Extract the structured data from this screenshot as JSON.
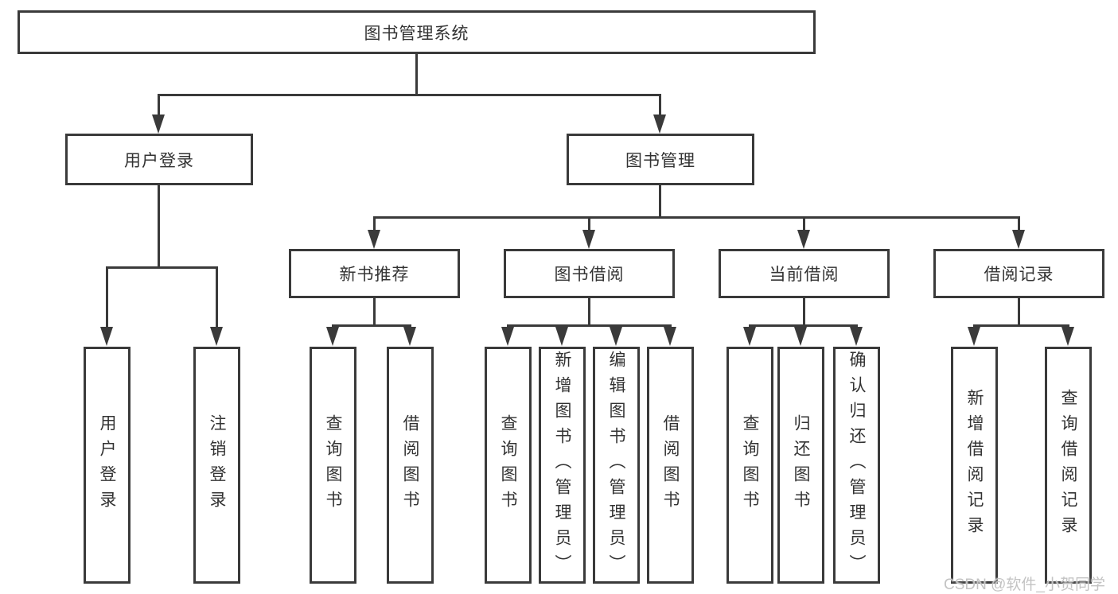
{
  "title": "图书管理系统",
  "colors": {
    "line": "#3a3a3a",
    "text": "#333333",
    "watermark": "#c3c3c3",
    "background": "#ffffff"
  },
  "nodes": {
    "root": {
      "label": "图书管理系统"
    },
    "user_login": {
      "label": "用户登录"
    },
    "book_mgmt": {
      "label": "图书管理"
    },
    "new_book": {
      "label": "新书推荐"
    },
    "book_borrow": {
      "label": "图书借阅"
    },
    "current_borrow": {
      "label": "当前借阅"
    },
    "borrow_records": {
      "label": "借阅记录"
    },
    "user_login_children": [
      {
        "label": "用户登录"
      },
      {
        "label": "注销登录"
      }
    ],
    "new_book_children": [
      {
        "label": "查询图书"
      },
      {
        "label": "借阅图书"
      }
    ],
    "book_borrow_children": [
      {
        "label": "查询图书"
      },
      {
        "label": "新增图书（管理员）"
      },
      {
        "label": "编辑图书（管理员）"
      },
      {
        "label": "借阅图书"
      }
    ],
    "current_borrow_children": [
      {
        "label": "查询图书"
      },
      {
        "label": "归还图书"
      },
      {
        "label": "确认归还（管理员）"
      }
    ],
    "borrow_records_children": [
      {
        "label": "新增借阅记录"
      },
      {
        "label": "查询借阅记录"
      }
    ]
  },
  "watermark": {
    "text": "CSDN @软件_小贺同学"
  }
}
